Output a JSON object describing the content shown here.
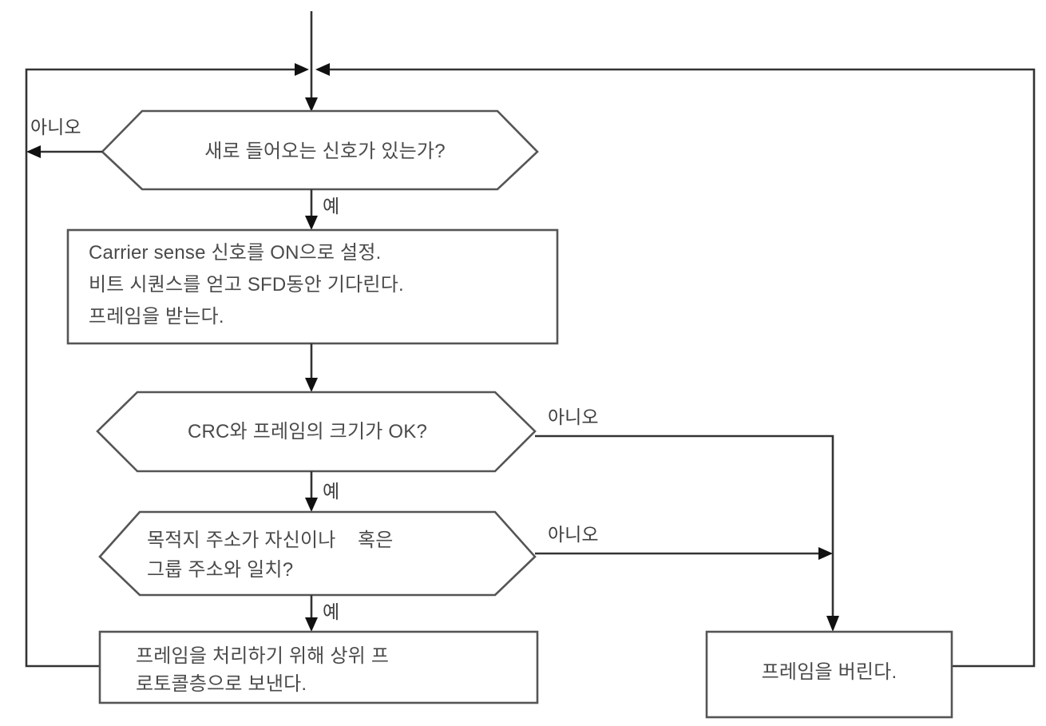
{
  "diagram": {
    "title": "Ethernet frame reception flowchart",
    "background_color": "#ffffff",
    "line_color": "#333333",
    "shape_stroke_color": "#555555",
    "text_color": "#4a4a4a"
  },
  "nodes": {
    "decision_new_signal": {
      "shape": "hexagon-decision",
      "text": "새로 들어오는 신호가 있는가?"
    },
    "process_carrier_sense": {
      "shape": "rectangle-process",
      "line1": "Carrier sense 신호를 ON으로 설정.",
      "line2": "비트 시퀀스를 얻고 SFD동안 기다린다.",
      "line3": "프레임을 받는다."
    },
    "decision_crc": {
      "shape": "hexagon-decision",
      "text": "CRC와 프레임의 크기가 OK?"
    },
    "decision_address": {
      "shape": "hexagon-decision",
      "line1": "목적지 주소가 자신이나    혹은",
      "line2": "그룹 주소와 일치?"
    },
    "process_send_upper": {
      "shape": "rectangle-process",
      "line1": "프레임을 처리하기 위해 상위 프",
      "line2": "로토콜층으로 보낸다."
    },
    "process_discard": {
      "shape": "rectangle-process",
      "text": "프레임을 버린다."
    }
  },
  "edge_labels": {
    "new_signal_no": "아니오",
    "new_signal_yes": "예",
    "crc_no": "아니오",
    "crc_yes": "예",
    "address_no": "아니오",
    "address_yes": "예"
  }
}
